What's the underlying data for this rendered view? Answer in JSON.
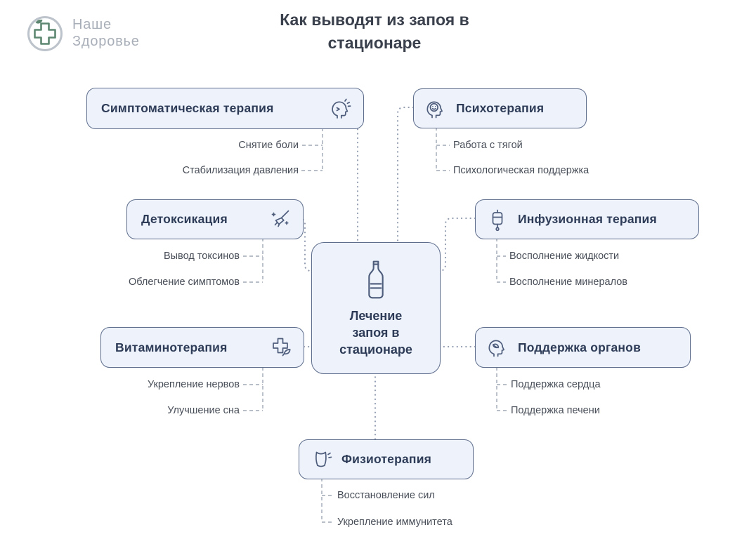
{
  "header": {
    "title_line1": "Как выводят из запоя в",
    "title_line2": "стационаре"
  },
  "logo": {
    "name_line1": "Наше",
    "name_line2": "Здоровье",
    "icon": "medical-cross-icon"
  },
  "center": {
    "icon": "champagne-bottle-icon",
    "line1": "Лечение",
    "line2": "запоя в",
    "line3": "стационаре"
  },
  "branches": [
    {
      "label": "Симптоматическая терапия",
      "icon": "headache-pain-icon",
      "children": [
        "Снятие боли",
        "Стабилизация давления"
      ]
    },
    {
      "label": "Психотерапия",
      "icon": "head-smile-icon",
      "children": [
        "Работа с тягой",
        "Психологическая поддержка"
      ]
    },
    {
      "label": "Детоксикация",
      "icon": "broom-sparkles-icon",
      "children": [
        "Вывод токсинов",
        "Облегчение симптомов"
      ]
    },
    {
      "label": "Инфузионная терапия",
      "icon": "iv-drip-icon",
      "children": [
        "Восполнение жидкости",
        "Восполнение минералов"
      ]
    },
    {
      "label": "Витаминотерапия",
      "icon": "cross-leaf-icon",
      "children": [
        "Укрепление нервов",
        "Улучшение сна"
      ]
    },
    {
      "label": "Поддержка органов",
      "icon": "head-leaf-icon",
      "children": [
        "Поддержка сердца",
        "Поддержка печени"
      ]
    },
    {
      "label": "Физиотерапия",
      "icon": "massage-icon",
      "children": [
        "Восстановление сил",
        "Укрепление иммунитета"
      ]
    }
  ],
  "colors": {
    "node_fill": "#edf2fb",
    "node_border": "#5e6d8c",
    "node_text": "#2e3c58",
    "sub_text": "#474d57",
    "connector": "#97a1b4",
    "title_text": "#3a404c",
    "logo_green": "#5d8770",
    "logo_gray": "#a9afb9"
  }
}
